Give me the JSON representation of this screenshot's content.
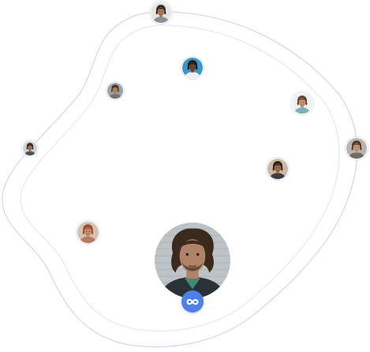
{
  "colors": {
    "orbit_line": "#c9cdf3",
    "orbit_inner": "#dfe2f8",
    "badge_bg": "#4f7fe8",
    "badge_icon": "#ffffff"
  },
  "network": {
    "center_user": {
      "icon": "person-avatar",
      "skin": "#b08268",
      "hair": "#3a2a1e",
      "shirt": "#2b3237",
      "bg": "#bdc3c7"
    },
    "badge": {
      "icon": "infinity-icon"
    },
    "members": [
      {
        "id": "top",
        "skin": "#a8775a",
        "hair": "#2f2520",
        "shirt": "#8d8f93",
        "bg": "#e6e4e1"
      },
      {
        "id": "upper-middle",
        "skin": "#6b4630",
        "hair": "#1e1612",
        "shirt": "#f0f0f0",
        "bg": "#3b97c9"
      },
      {
        "id": "upper-left",
        "skin": "#b18568",
        "hair": "#3c2c22",
        "shirt": "#6f7378",
        "bg": "#9aa3a8"
      },
      {
        "id": "right",
        "skin": "#c29276",
        "hair": "#5a3d2c",
        "shirt": "#7ab0b8",
        "bg": "#eef1f2"
      },
      {
        "id": "left",
        "skin": "#9d6f56",
        "hair": "#2e2520",
        "shirt": "#4f5357",
        "bg": "#cfd2d4"
      },
      {
        "id": "far-right",
        "skin": "#c4967a",
        "hair": "#4d3628",
        "shirt": "#6f6a66",
        "bg": "#b9b4ad"
      },
      {
        "id": "mid-right",
        "skin": "#9a6a52",
        "hair": "#2b1f18",
        "shirt": "#3b3f44",
        "bg": "#c9b8a3"
      },
      {
        "id": "lower-left",
        "skin": "#c48a6e",
        "hair": "#9a4a2e",
        "shirt": "#b47a63",
        "bg": "#d6c0b0"
      }
    ]
  }
}
